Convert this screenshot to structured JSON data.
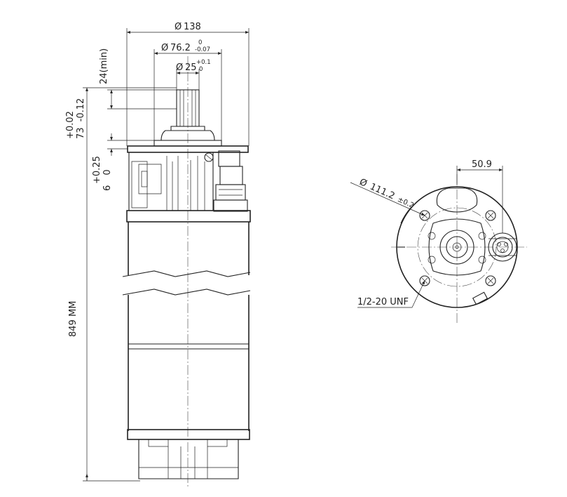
{
  "dimensions": {
    "outer_diameter": {
      "symbol": "Ø",
      "value": "138"
    },
    "flange_diameter": {
      "symbol": "Ø",
      "value": "76.2",
      "tol_upper": "0",
      "tol_lower": "-0.07"
    },
    "shaft_diameter": {
      "symbol": "Ø",
      "value": "25",
      "tol_upper": "+0.1",
      "tol_lower": "0"
    },
    "shaft_length": "24(min)",
    "shaft_to_flange": {
      "value": "73",
      "tol_upper": "+0.02",
      "tol_lower": "-0.12"
    },
    "flange_thickness": {
      "value": "6",
      "tol_upper": "+0.25",
      "tol_lower": "0"
    },
    "overall_length": "849 MM",
    "connector_offset": "50.9",
    "bolt_circle": {
      "symbol": "Ø",
      "value": "111.2",
      "tol": "±0.2"
    },
    "thread": "1/2-20 UNF"
  },
  "colors": {
    "line": "#222222",
    "background": "#ffffff"
  }
}
